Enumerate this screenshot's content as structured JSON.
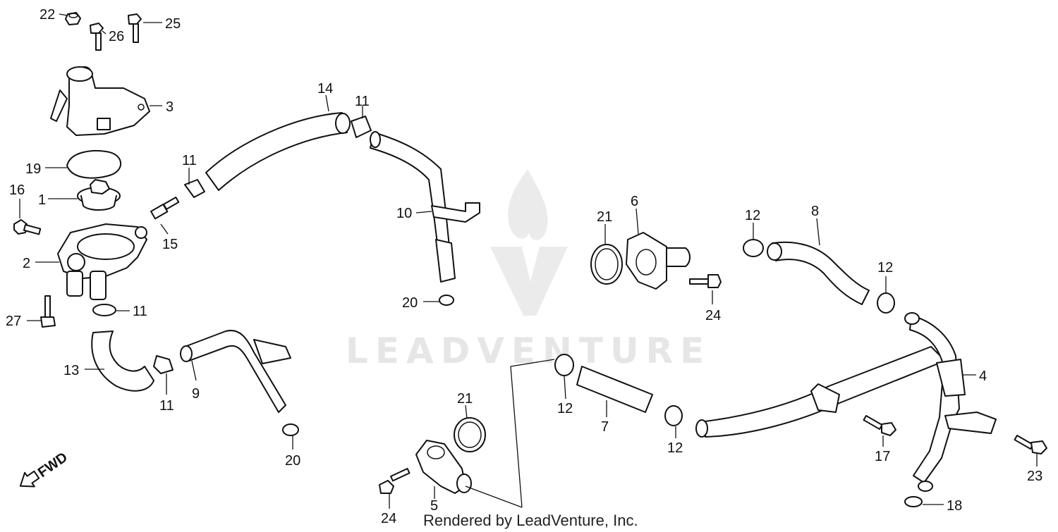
{
  "diagram": {
    "callouts": [
      "22",
      "26",
      "25",
      "3",
      "19",
      "16",
      "1",
      "11",
      "15",
      "2",
      "27",
      "11",
      "13",
      "11",
      "9",
      "20",
      "14",
      "11",
      "10",
      "20",
      "21",
      "6",
      "24",
      "12",
      "8",
      "12",
      "4",
      "12",
      "7",
      "12",
      "21",
      "5",
      "24",
      "17",
      "23",
      "18"
    ],
    "watermark": "LEADVENTURE",
    "footer": "Rendered by LeadVenture, Inc.",
    "direction_label": "FWD"
  }
}
